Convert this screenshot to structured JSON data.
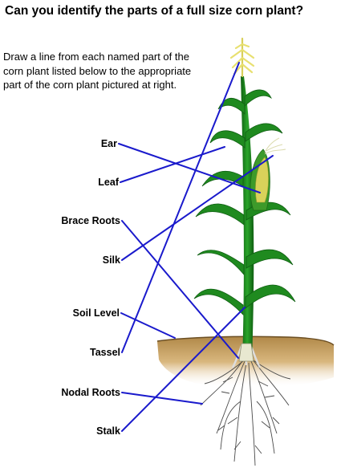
{
  "title": "Can you identify the parts of a full size corn plant?",
  "instructions": "Draw a line from each named part of the corn plant listed below to the appropriate part of the corn plant pictured at right.",
  "labels": {
    "ear": "Ear",
    "leaf": "Leaf",
    "brace_roots": "Brace Roots",
    "silk": "Silk",
    "soil_level": "Soil Level",
    "tassel": "Tassel",
    "nodal_roots": "Nodal Roots",
    "stalk": "Stalk"
  },
  "colors": {
    "line": "#1a1acc",
    "leaf": "#1f8a1f",
    "leaf_dark": "#0f5e12",
    "soil": "#c9a36a",
    "soil_dark": "#8a6a3a",
    "tassel": "#e8e070",
    "ear": "#d9d25a",
    "roots": "#555555"
  }
}
